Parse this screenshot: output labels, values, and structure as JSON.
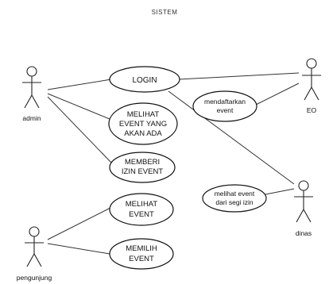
{
  "title": "SISTEM",
  "actors": {
    "admin": "admin",
    "eo": "EO",
    "dinas": "dinas",
    "pengunjung": "pengunjung"
  },
  "use_cases": {
    "login": [
      "LOGIN"
    ],
    "melihat_event_yang_akan_ada": [
      "MELIHAT",
      "EVENT YANG",
      "AKAN ADA"
    ],
    "memberi_izin_event": [
      "MEMBERI",
      "IZIN EVENT"
    ],
    "melihat_event": [
      "MELIHAT",
      "EVENT"
    ],
    "memilih_event": [
      "MEMILIH",
      "EVENT"
    ],
    "mendaftarkan_event": [
      "mendaftarkan",
      "event"
    ],
    "melihat_event_dari_segi_izin": [
      "melihat event",
      "dari segi izin"
    ]
  },
  "colors": {
    "line": "#333333",
    "shape_stroke": "#111111",
    "background": "#ffffff"
  }
}
